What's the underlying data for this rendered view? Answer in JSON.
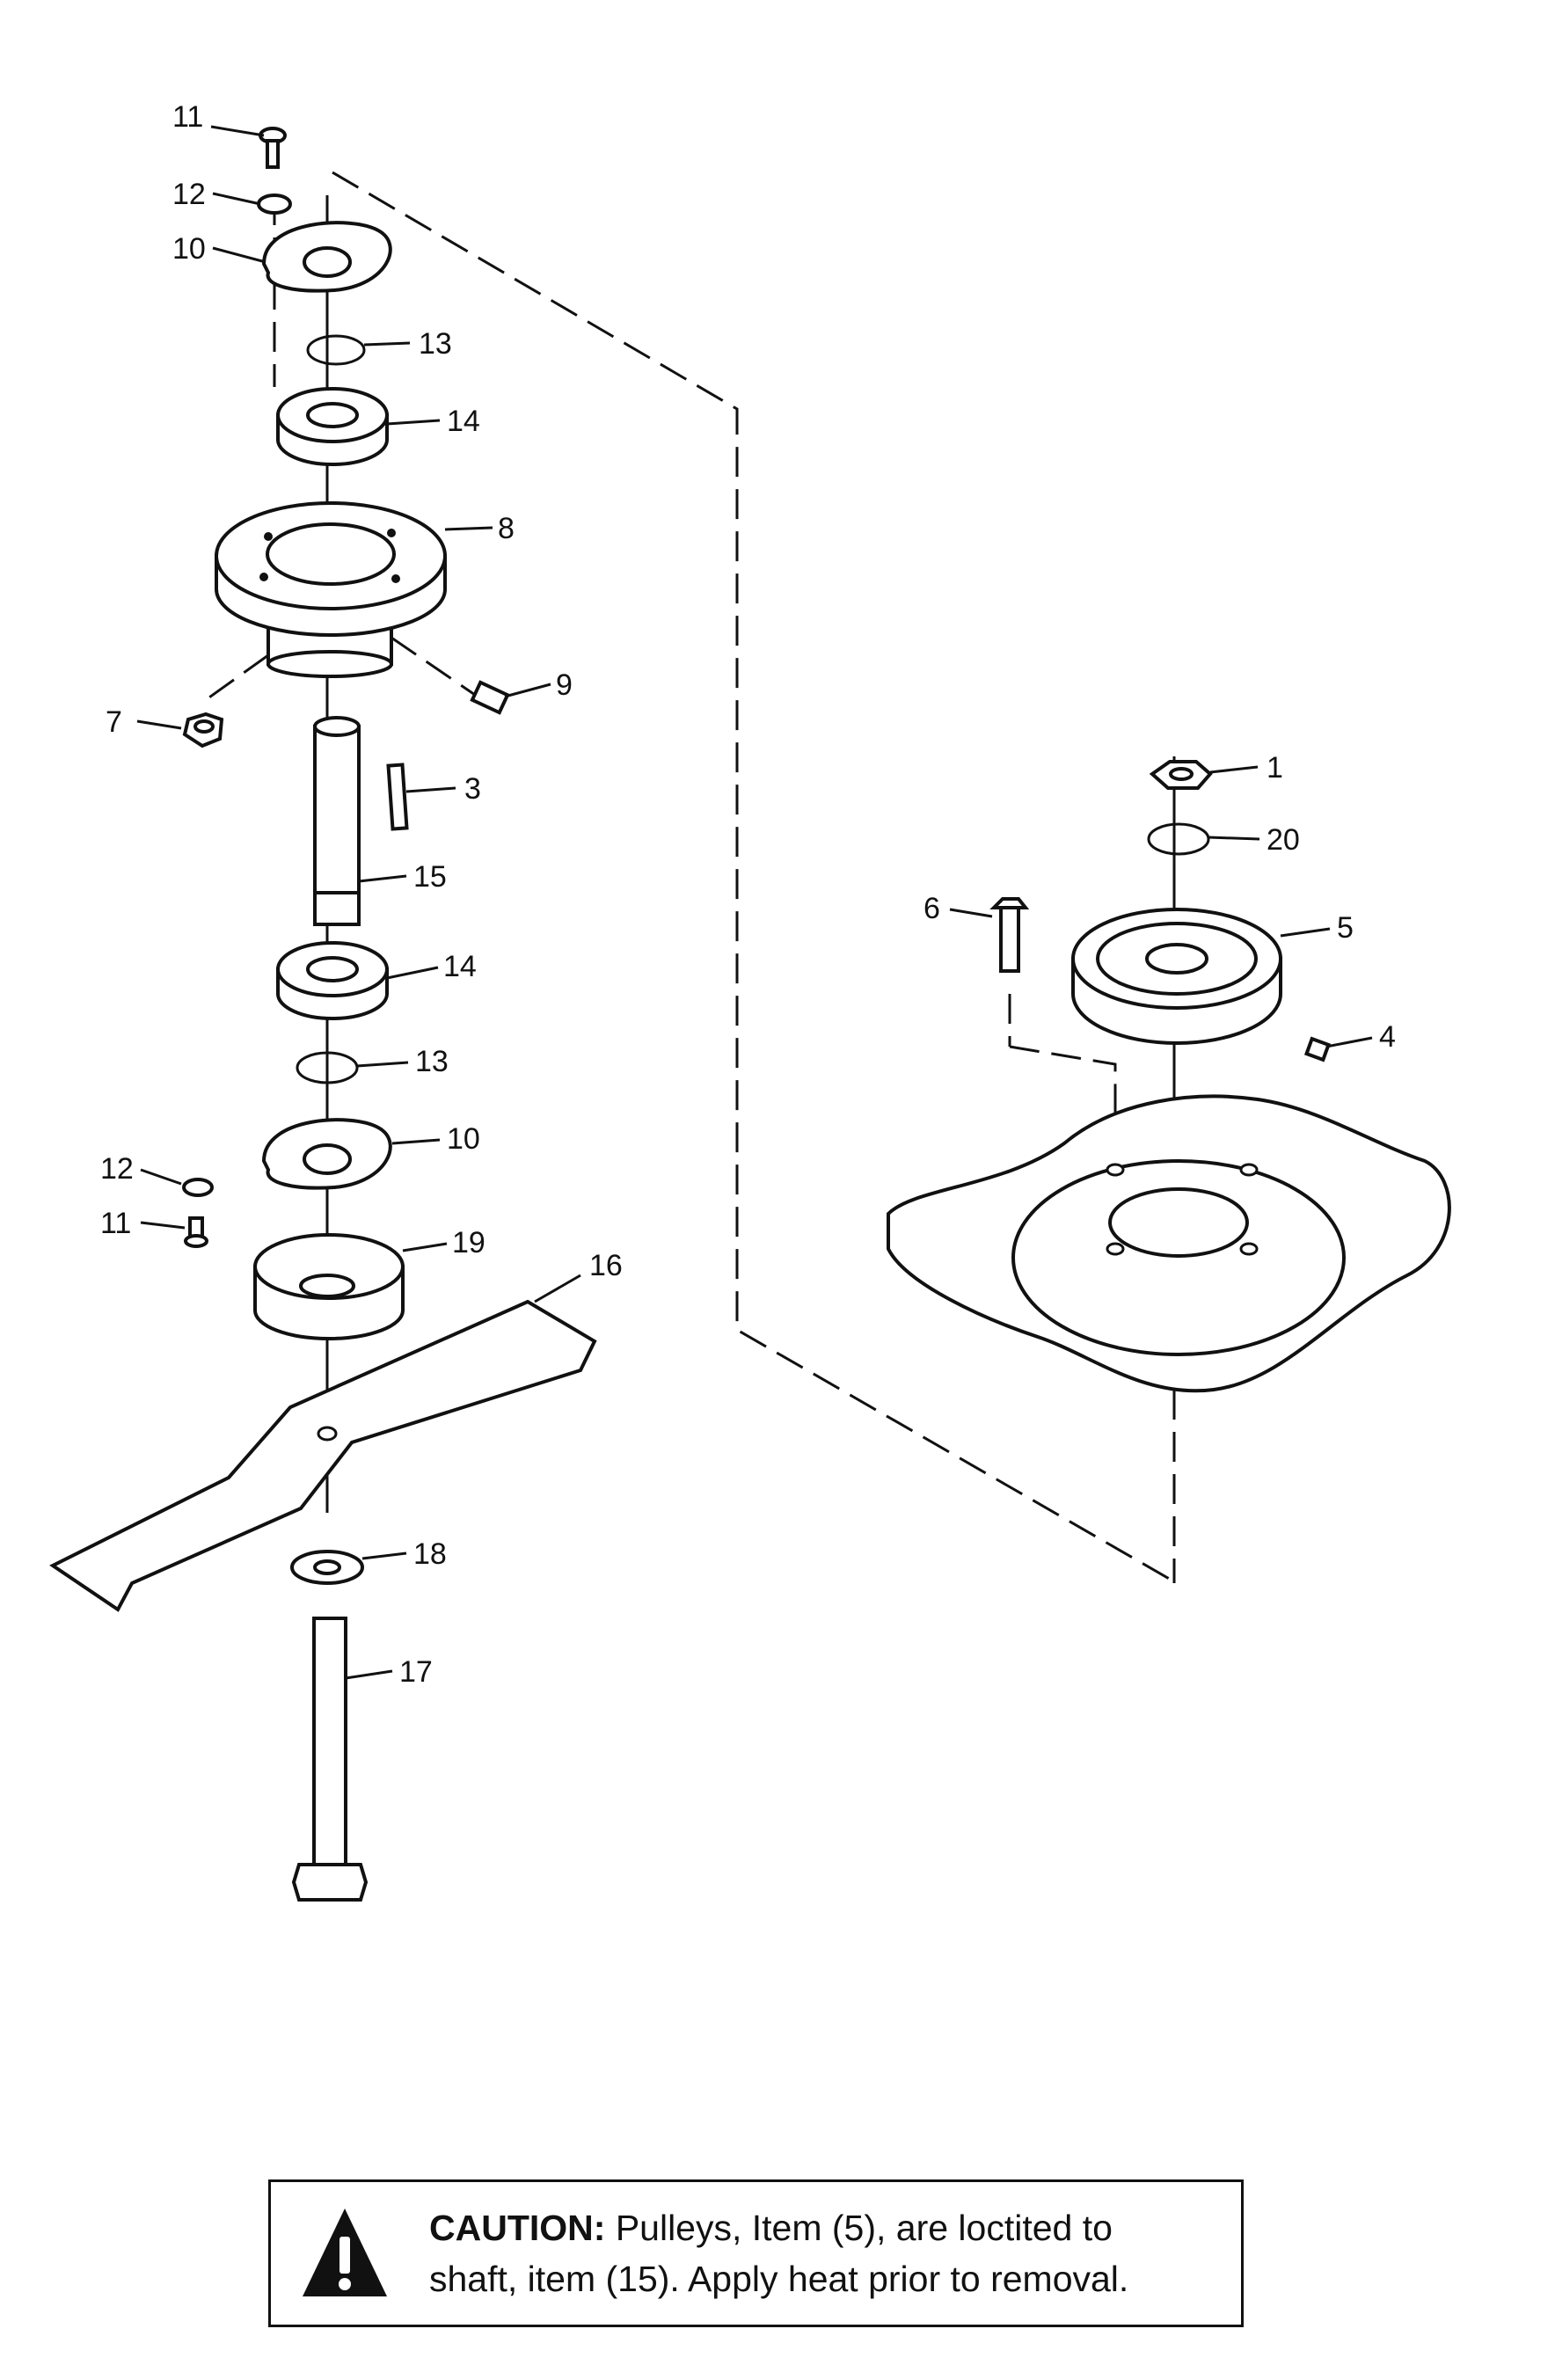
{
  "diagram": {
    "callouts": [
      {
        "id": "c11a",
        "label": "11"
      },
      {
        "id": "c12a",
        "label": "12"
      },
      {
        "id": "c10a",
        "label": "10"
      },
      {
        "id": "c13a",
        "label": "13"
      },
      {
        "id": "c14a",
        "label": "14"
      },
      {
        "id": "c8",
        "label": "8"
      },
      {
        "id": "c9",
        "label": "9"
      },
      {
        "id": "c7",
        "label": "7"
      },
      {
        "id": "c3",
        "label": "3"
      },
      {
        "id": "c15",
        "label": "15"
      },
      {
        "id": "c14b",
        "label": "14"
      },
      {
        "id": "c13b",
        "label": "13"
      },
      {
        "id": "c10b",
        "label": "10"
      },
      {
        "id": "c12b",
        "label": "12"
      },
      {
        "id": "c11b",
        "label": "11"
      },
      {
        "id": "c19",
        "label": "19"
      },
      {
        "id": "c16",
        "label": "16"
      },
      {
        "id": "c18",
        "label": "18"
      },
      {
        "id": "c17",
        "label": "17"
      },
      {
        "id": "c1",
        "label": "1"
      },
      {
        "id": "c20",
        "label": "20"
      },
      {
        "id": "c6",
        "label": "6"
      },
      {
        "id": "c5",
        "label": "5"
      },
      {
        "id": "c4",
        "label": "4"
      }
    ]
  },
  "caution": {
    "heading": "CAUTION:",
    "line1": " Pulleys, Item (5), are loctited to",
    "line2": "shaft, item (15). Apply heat prior to removal.",
    "icon": "warning-triangle-icon"
  }
}
